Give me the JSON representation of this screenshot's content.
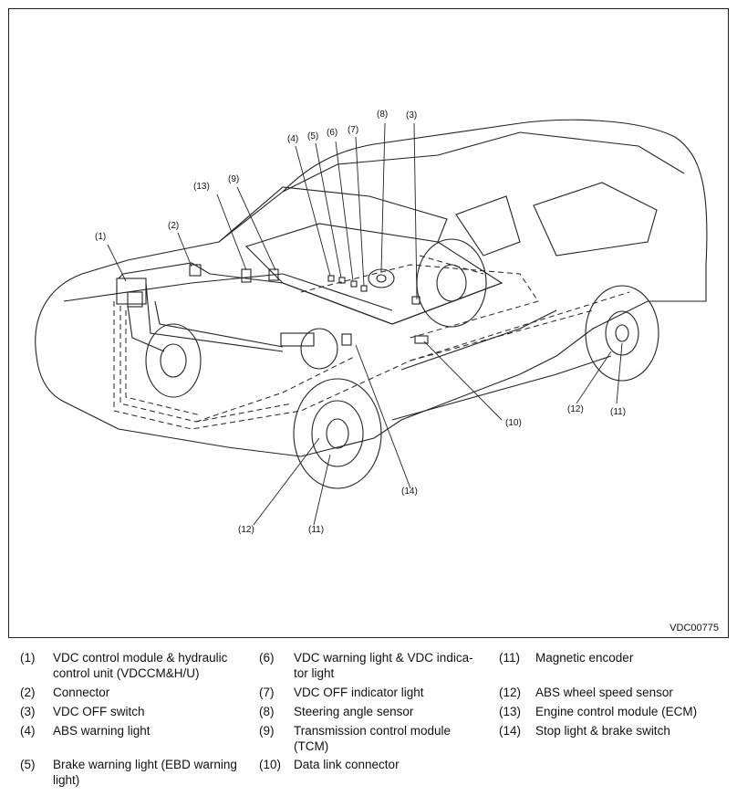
{
  "figure_code": "VDC00775",
  "callouts": [
    "(1)",
    "(2)",
    "(3)",
    "(4)",
    "(5)",
    "(6)",
    "(7)",
    "(8)",
    "(9)",
    "(10)",
    "(11)",
    "(12)",
    "(13)",
    "(14)"
  ],
  "legend": [
    {
      "num": "(1)",
      "text": "VDC control module & hydraulic control unit (VDCCM&H/U)"
    },
    {
      "num": "(2)",
      "text": "Connector"
    },
    {
      "num": "(3)",
      "text": "VDC OFF switch"
    },
    {
      "num": "(4)",
      "text": "ABS warning light"
    },
    {
      "num": "(5)",
      "text": "Brake warning light (EBD warning light)"
    },
    {
      "num": "(6)",
      "text": "VDC warning light & VDC indica-tor light"
    },
    {
      "num": "(7)",
      "text": "VDC OFF indicator light"
    },
    {
      "num": "(8)",
      "text": "Steering angle sensor"
    },
    {
      "num": "(9)",
      "text": "Transmission control module (TCM)"
    },
    {
      "num": "(10)",
      "text": "Data link connector"
    },
    {
      "num": "(11)",
      "text": "Magnetic encoder"
    },
    {
      "num": "(12)",
      "text": "ABS wheel speed sensor"
    },
    {
      "num": "(13)",
      "text": "Engine control module (ECM)"
    },
    {
      "num": "(14)",
      "text": "Stop light & brake switch"
    }
  ]
}
